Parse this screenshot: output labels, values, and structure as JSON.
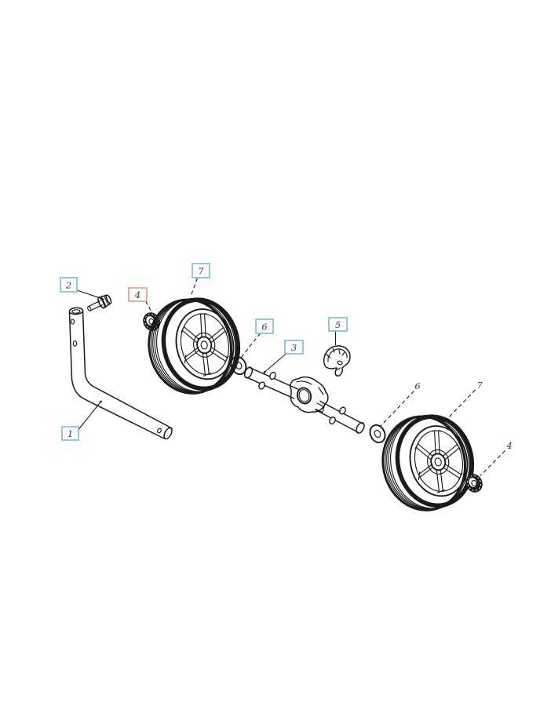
{
  "diagram": {
    "background": "#ffffff",
    "colors": {
      "bg": "#ffffff",
      "ink": "#1b1b1b",
      "label": "#3a3a3a",
      "callout-teal": "#74c0cc",
      "callout-orange": "#e59b7a"
    },
    "callouts": [
      {
        "label": "1",
        "part": "support-tube",
        "box": "teal"
      },
      {
        "label": "2",
        "part": "bolt",
        "box": "teal"
      },
      {
        "label": "3",
        "part": "axle",
        "box": "teal"
      },
      {
        "label": "4",
        "part": "bearing-front",
        "box": "orange"
      },
      {
        "label": "5",
        "part": "clip",
        "box": "teal"
      },
      {
        "label": "6",
        "part": "washer-front",
        "box": "teal"
      },
      {
        "label": "7",
        "part": "wheel-front",
        "box": "teal"
      },
      {
        "label": "6",
        "part": "washer-rear",
        "box": "none"
      },
      {
        "label": "7",
        "part": "wheel-rear",
        "box": "none"
      },
      {
        "label": "4",
        "part": "bearing-rear",
        "box": "none"
      }
    ]
  }
}
